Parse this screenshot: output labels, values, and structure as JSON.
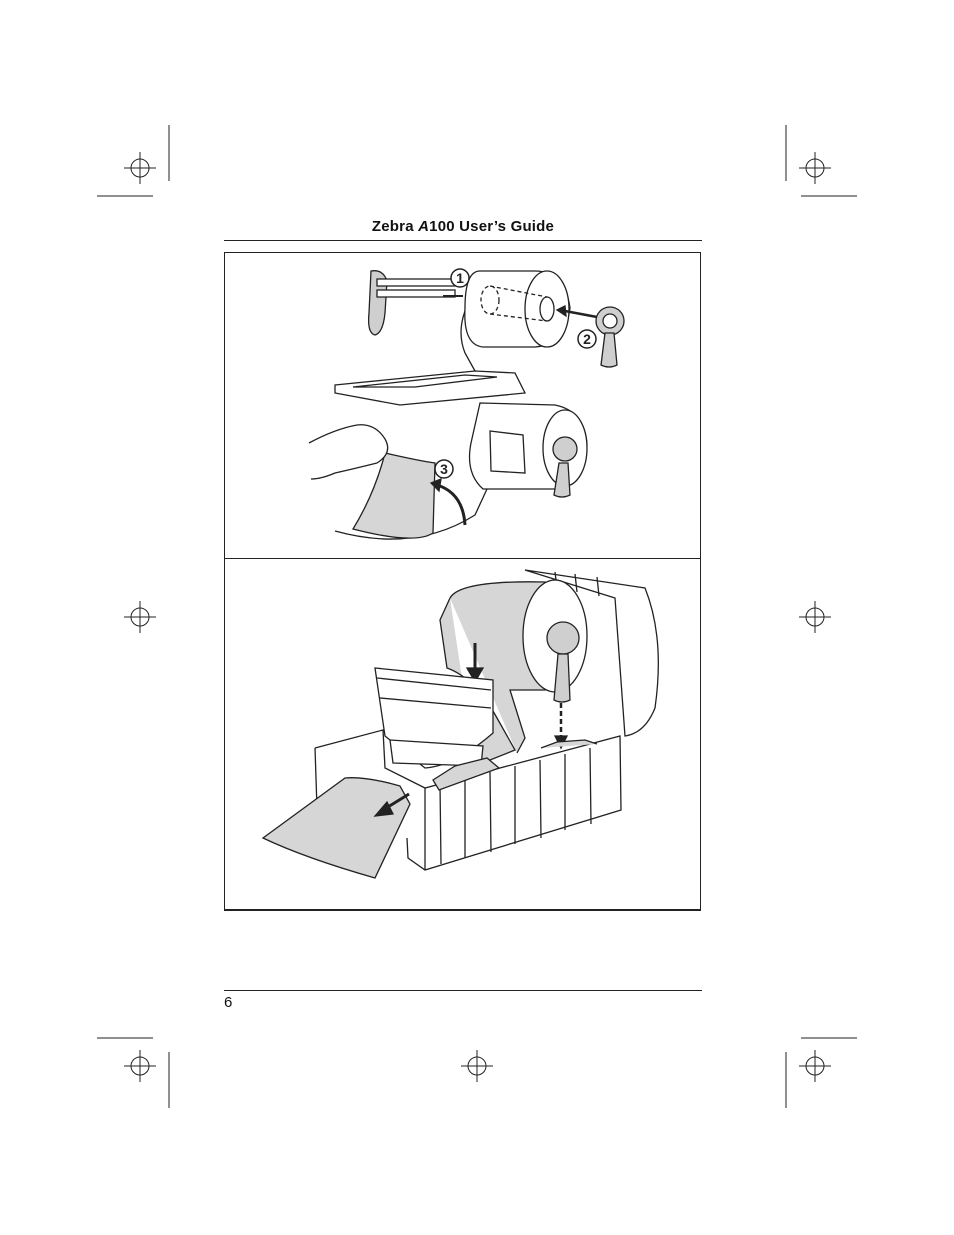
{
  "header": {
    "title_prefix": "Zebra ",
    "title_model": "A",
    "title_suffix": "100 User’s Guide"
  },
  "figure": {
    "callouts": [
      "1",
      "2",
      "3"
    ]
  },
  "footer": {
    "page_number": "6"
  }
}
